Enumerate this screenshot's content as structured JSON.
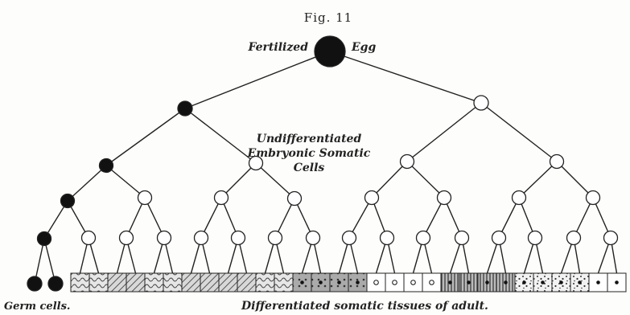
{
  "figure": {
    "title": "Fig. 11",
    "label_left_of_egg": "Fertilized",
    "label_right_of_egg": "Egg",
    "middle_label_lines": [
      "Undifferentiated",
      "Embryonic Somatic",
      "Cells"
    ],
    "germ_cells_label": "Germ cells.",
    "tissues_label": "Differentiated somatic tissues of adult."
  },
  "colors": {
    "background": "#fdfdfb",
    "ink": "#222222",
    "germ_cell": "#111111",
    "somatic_cell": "#ffffff"
  }
}
